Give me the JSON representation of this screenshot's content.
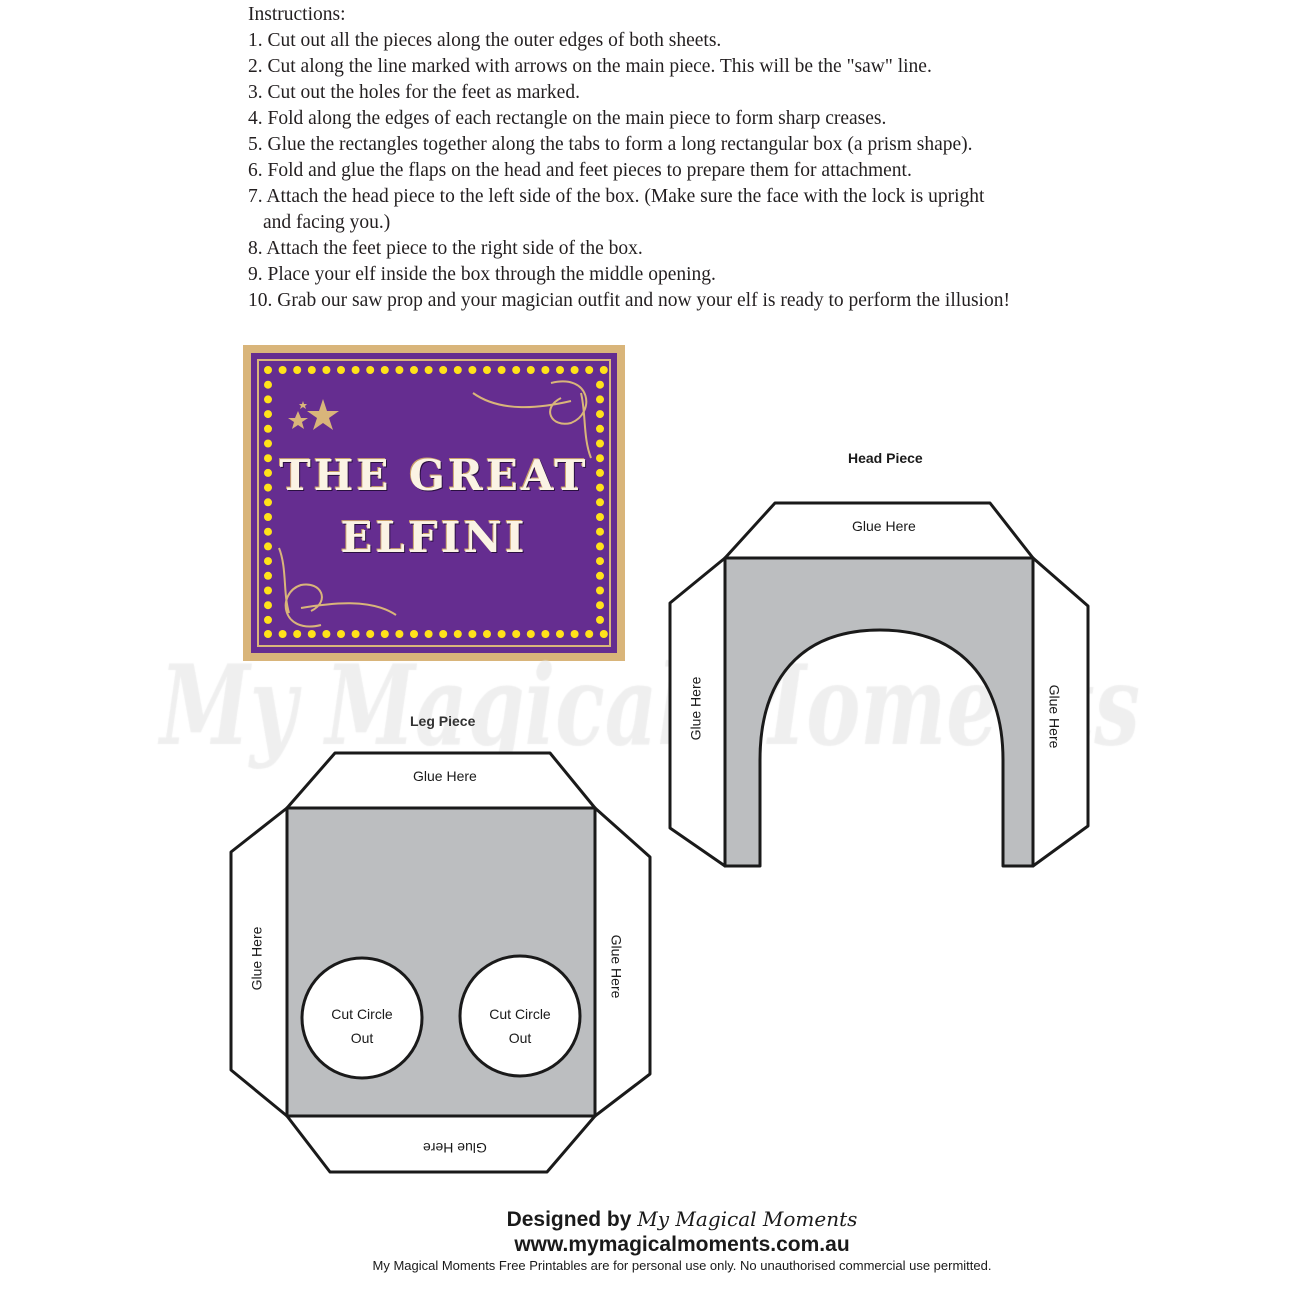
{
  "instructions": {
    "heading": "Instructions:",
    "steps": [
      "1. Cut out all the pieces along the outer edges of both sheets.",
      "2. Cut along the line marked with arrows on the main piece. This will be the \"saw\" line.",
      "3. Cut out the holes for the feet as marked.",
      "4. Fold along the edges of each rectangle on the main piece to form sharp creases.",
      "5. Glue the rectangles together along the tabs to form a long rectangular box (a prism shape).",
      "6. Fold and glue the flaps on the head and feet pieces to prepare them for attachment.",
      "7. Attach the head piece to the left side of the box. (Make sure the face with the lock is upright",
      "and facing you.)",
      "8. Attach the feet piece to the right side of the box.",
      "9. Place your elf inside the box through the middle opening.",
      "10. Grab our saw prop and your magician outfit and now your elf is ready to perform the illusion!"
    ]
  },
  "sign": {
    "line1": "THE GREAT",
    "line2": "ELFINI",
    "colors": {
      "background": "#652d90",
      "frame": "#d9b57a",
      "bulbs": "#ffe21a"
    }
  },
  "watermark": "My Magical Moments",
  "head_piece": {
    "title": "Head Piece",
    "top_tab": "Glue Here",
    "left_tab": "Glue Here",
    "right_tab": "Glue Here"
  },
  "leg_piece": {
    "title": "Leg Piece",
    "top_tab": "Glue Here",
    "left_tab": "Glue Here",
    "right_tab": "Glue Here",
    "bottom_tab": "Glue Here",
    "circle_left": [
      "Cut Circle",
      "Out"
    ],
    "circle_right": [
      "Cut Circle",
      "Out"
    ]
  },
  "footer": {
    "designed_by": "Designed by",
    "brand": "My Magical Moments",
    "url": "www.mymagicalmoments.com.au",
    "note": "My Magical Moments Free Printables are for personal use only. No unauthorised commercial use permitted."
  }
}
